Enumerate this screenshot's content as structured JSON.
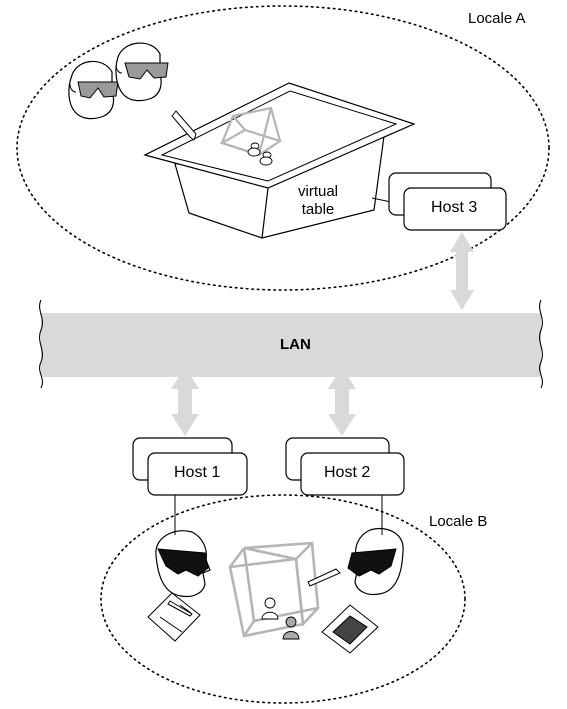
{
  "locale_a": {
    "label": "Locale A"
  },
  "locale_b": {
    "label": "Locale B"
  },
  "network": {
    "label": "LAN"
  },
  "virtual_table": {
    "line1": "virtual",
    "line2": "table"
  },
  "hosts": [
    {
      "label": "Host 1"
    },
    {
      "label": "Host 2"
    },
    {
      "label": "Host 3"
    }
  ],
  "colors": {
    "line": "#000000",
    "lan_band": "#d9d9d9",
    "arrow": "#d9d9d9",
    "cube": "#b5b5b5",
    "lens": "#9a9a9a"
  }
}
